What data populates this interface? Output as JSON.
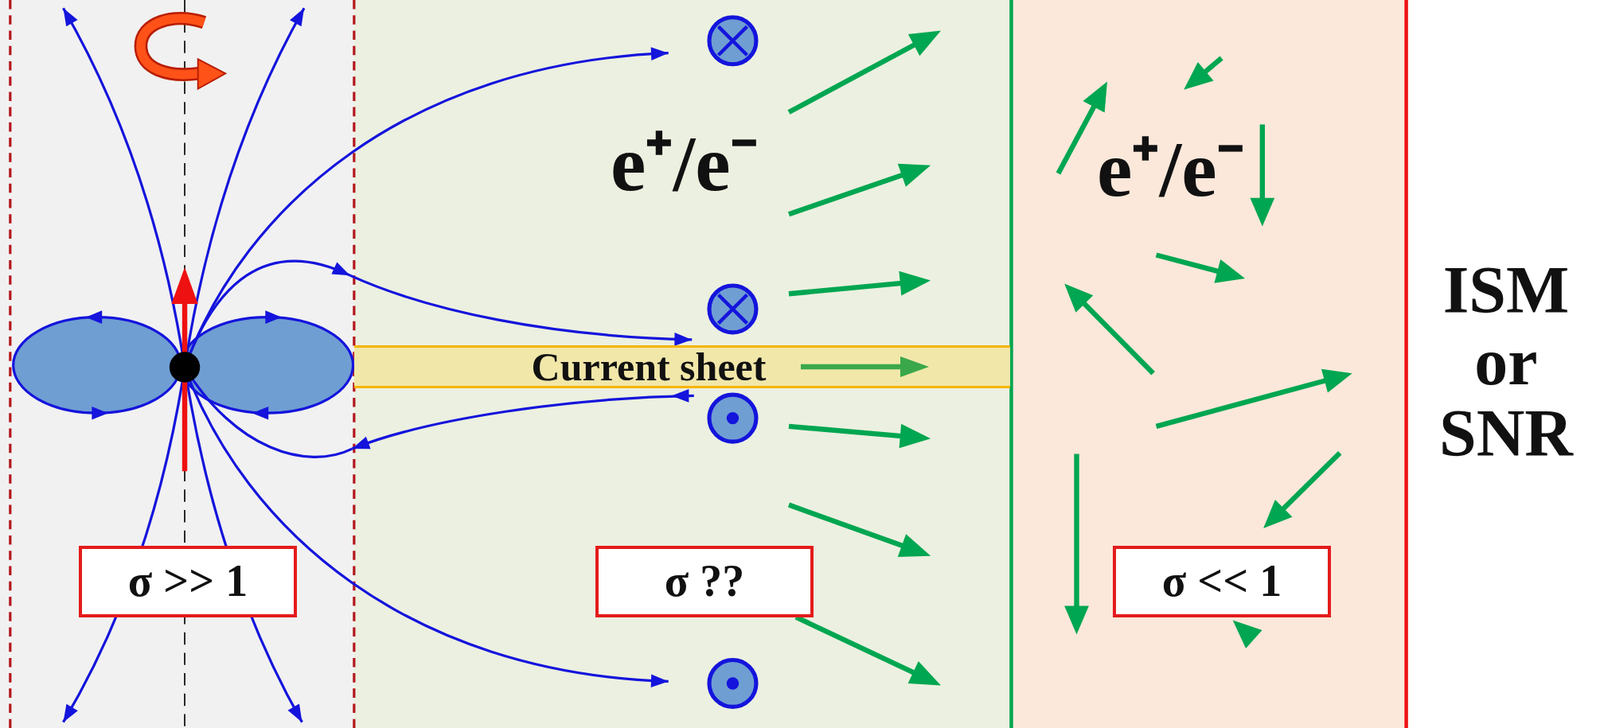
{
  "diagram": {
    "nodes": [
      {
        "text": [
          "Current sheet"
        ]
      },
      {
        "text": [
          "σ >> 1"
        ]
      },
      {
        "text": [
          "σ ??"
        ]
      },
      {
        "text": [
          "σ << 1"
        ]
      }
    ],
    "labels": [
      "e⁺/e⁻",
      "e⁺/e⁻",
      "ISM or SNR"
    ]
  }
}
